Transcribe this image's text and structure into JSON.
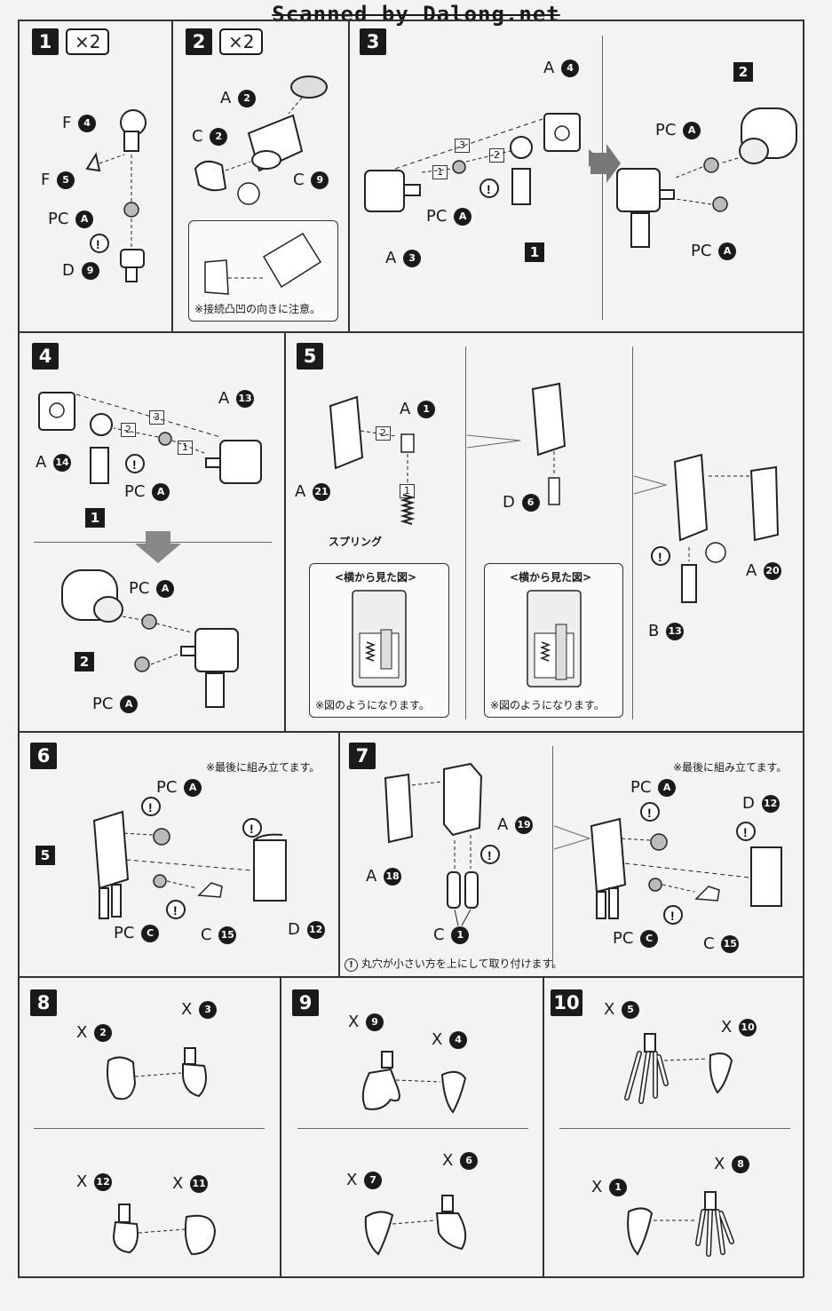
{
  "watermark": "Scanned by Dalong.net",
  "steps": {
    "s1": {
      "num": "1",
      "mult": "×2",
      "labels": [
        "F",
        "F",
        "PC",
        "D"
      ],
      "codes": [
        "4",
        "5",
        "A",
        "9"
      ]
    },
    "s2": {
      "num": "2",
      "mult": "×2",
      "labels": [
        "A",
        "C",
        "C"
      ],
      "codes": [
        "2",
        "2",
        "9"
      ],
      "note": "※接続凸凹の向きに注意。"
    },
    "s3": {
      "num": "3",
      "labels": [
        "A",
        "A",
        "PC",
        "PC",
        "PC"
      ],
      "codes": [
        "4",
        "3",
        "A",
        "A",
        "A"
      ],
      "refs": [
        "1",
        "2"
      ],
      "order": [
        "1",
        "2",
        "3"
      ]
    },
    "s4": {
      "num": "4",
      "labels": [
        "A",
        "A",
        "PC",
        "PC",
        "PC"
      ],
      "codes": [
        "13",
        "14",
        "A",
        "A",
        "A"
      ],
      "refs": [
        "1",
        "2"
      ],
      "order": [
        "1",
        "2",
        "3"
      ]
    },
    "s5": {
      "num": "5",
      "labels": [
        "A",
        "A",
        "D",
        "A",
        "B"
      ],
      "codes": [
        "1",
        "21",
        "6",
        "20",
        "13"
      ],
      "spring": "スプリング",
      "side_title": "<横から見た図>",
      "side_note": "※図のようになります。",
      "order": [
        "1",
        "2"
      ]
    },
    "s6": {
      "num": "6",
      "note": "※最後に組み立てます。",
      "labels": [
        "PC",
        "PC",
        "C",
        "D"
      ],
      "codes": [
        "A",
        "C",
        "15",
        "12"
      ],
      "ref": "5"
    },
    "s7": {
      "num": "7",
      "note": "※最後に組み立てます。",
      "labels": [
        "A",
        "A",
        "C",
        "PC",
        "PC",
        "C",
        "D"
      ],
      "codes": [
        "19",
        "18",
        "1",
        "A",
        "C",
        "15",
        "12"
      ],
      "bottom_note": "丸穴が小さい方を上にして取り付けます。"
    },
    "s8": {
      "num": "8",
      "labels": [
        "X",
        "X",
        "X",
        "X"
      ],
      "codes": [
        "2",
        "3",
        "12",
        "11"
      ]
    },
    "s9": {
      "num": "9",
      "labels": [
        "X",
        "X",
        "X",
        "X"
      ],
      "codes": [
        "9",
        "4",
        "7",
        "6"
      ]
    },
    "s10": {
      "num": "10",
      "labels": [
        "X",
        "X",
        "X",
        "X"
      ],
      "codes": [
        "5",
        "10",
        "1",
        "8"
      ]
    }
  }
}
